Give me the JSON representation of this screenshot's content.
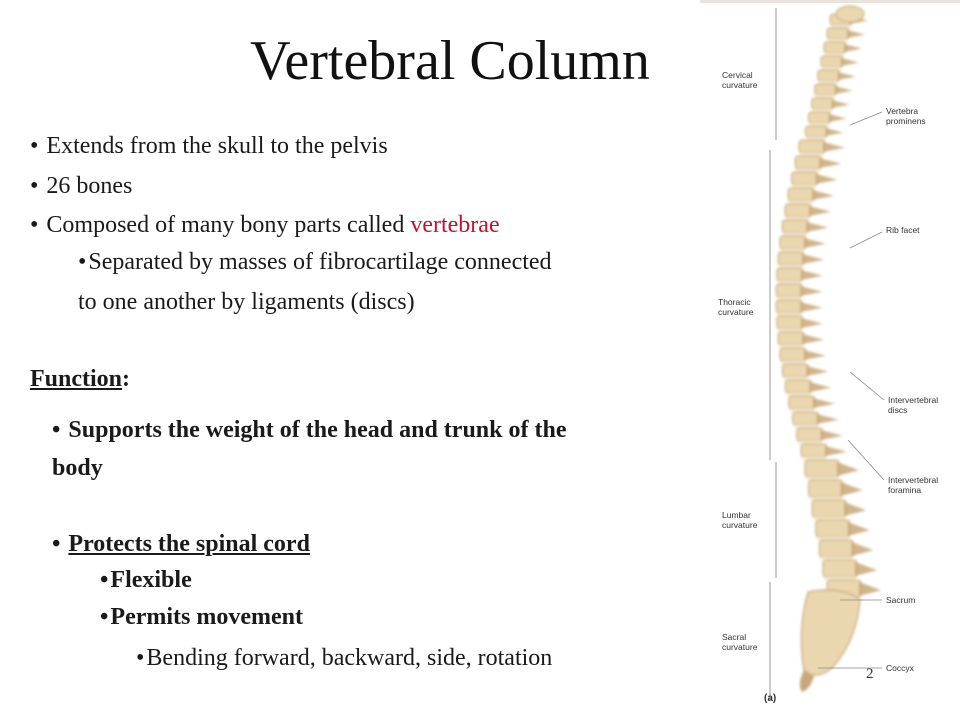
{
  "slide": {
    "title": "Vertebral Column",
    "bullets": [
      "Extends from the skull to the pelvis",
      "26 bones"
    ],
    "composed_prefix": "Composed of many bony parts called ",
    "composed_highlight": "vertebrae",
    "sub_bullet_line1": "Separated by masses of fibrocartilage connected",
    "sub_bullet_line2": "to one another by ligaments (discs)",
    "function_heading": "Function",
    "function_colon": ":",
    "support_line1": "Supports the weight of the head and trunk of the",
    "support_line2": "body",
    "protects": "Protects the spinal cord",
    "flexible": "Flexible",
    "permits": "Permits movement",
    "bending": "Bending forward, backward, side, rotation",
    "page_number": "2"
  },
  "figure": {
    "labels": {
      "cervical": "Cervical\ncurvature",
      "vertebra_prominens": "Vertebra\nprominens",
      "rib_facet": "Rib facet",
      "thoracic": "Thoracic\ncurvature",
      "intervertebral_discs": "Intervertebral\ndiscs",
      "intervertebral_foramina": "Intervertebral\nforamina",
      "lumbar": "Lumbar\ncurvature",
      "sacrum": "Sacrum",
      "sacral": "Sacral\ncurvature",
      "coccyx": "Coccyx",
      "panel": "(a)"
    },
    "colors": {
      "bone": "#ead7b0",
      "bone_shadow": "#c8a878",
      "disc": "#f5ecd6",
      "bracket": "#999999",
      "highlight": "#c8102e"
    }
  }
}
